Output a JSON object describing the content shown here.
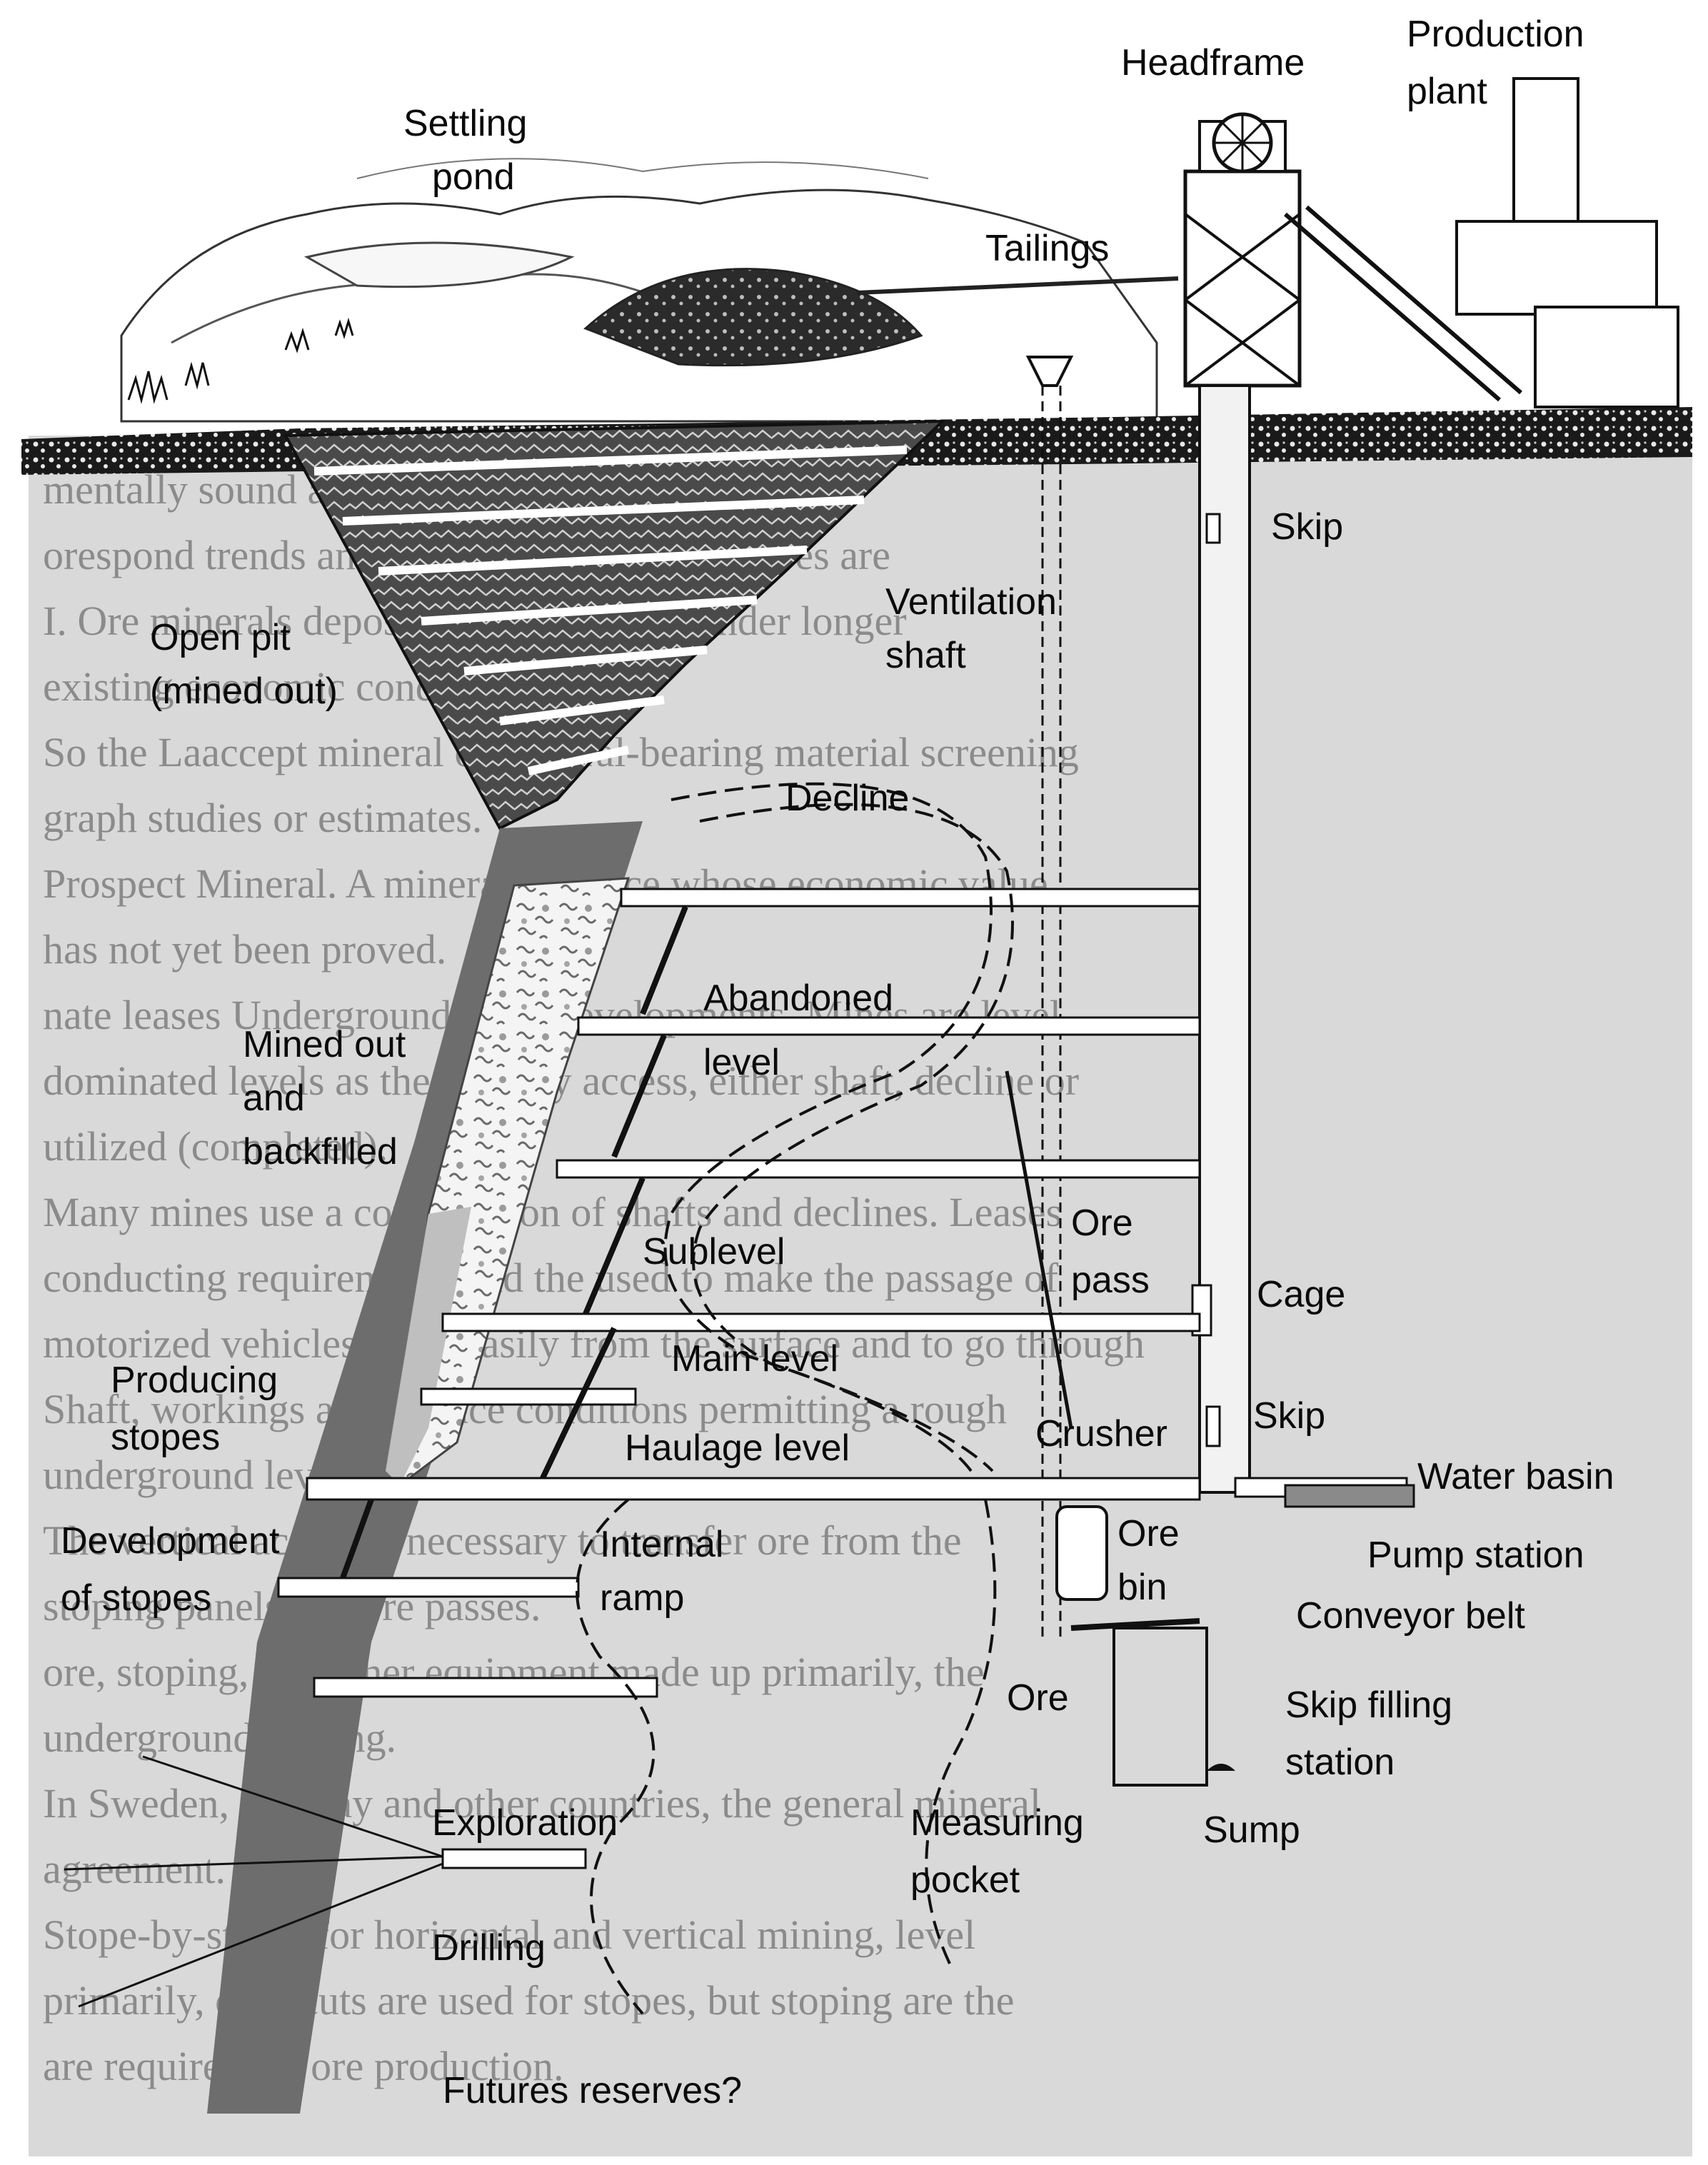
{
  "labels": {
    "headframe": "Headframe",
    "production_plant_1": "Production",
    "production_plant_2": "plant",
    "settling_pond_1": "Settling",
    "settling_pond_2": "pond",
    "tailings": "Tailings",
    "skip_top": "Skip",
    "ventilation_shaft_1": "Ventilation",
    "ventilation_shaft_2": "shaft",
    "open_pit_1": "Open pit",
    "open_pit_2": "(mined out)",
    "decline": "Decline",
    "abandoned_level_1": "Abandoned",
    "abandoned_level_2": "level",
    "mined_out_1": "Mined out",
    "mined_out_2": "and",
    "mined_out_3": "backfilled",
    "ore_pass_1": "Ore",
    "ore_pass_2": "pass",
    "sublevel": "Sublevel",
    "cage": "Cage",
    "main_level": "Main level",
    "producing_stopes_1": "Producing",
    "producing_stopes_2": "stopes",
    "skip_lower": "Skip",
    "crusher": "Crusher",
    "haulage_level": "Haulage level",
    "water_basin": "Water basin",
    "development_1": "Development",
    "development_2": "of stopes",
    "internal_ramp_1": "Internal",
    "internal_ramp_2": "ramp",
    "ore_bin_1": "Ore",
    "ore_bin_2": "bin",
    "pump_station": "Pump station",
    "conveyor_belt": "Conveyor belt",
    "ore": "Ore",
    "skip_filling_1": "Skip filling",
    "skip_filling_2": "station",
    "exploration": "Exploration",
    "measuring_pocket_1": "Measuring",
    "measuring_pocket_2": "pocket",
    "sump": "Sump",
    "drilling": "Drilling",
    "future_reserves": "Futures reserves?"
  },
  "bleed_through": [
    "mentally sound and operated, and operates that",
    "orespond trends and communities. Ore reserves are",
    "I. Ore minerals deposits that are mined under longer",
    "existing economic conditions.",
    "So the Laaccept mineral or mineral-bearing material screening",
    "graph studies or estimates.",
    "Prospect Mineral. A mineral resource whose economic value",
    "has not yet been proved.",
    "nate leases Underground mine developments. Mines are level",
    "dominated levels as the primary access, either shaft, decline or",
    "utilized (completed).",
    "Many mines use a combination of shafts and declines. Leases",
    "conducting requirements and the used to make the passage of",
    "motorized vehicles more easily from the surface and to go through",
    "Shaft, workings and surface conditions permitting a rough",
    "underground level.",
    "The vertical access is necessary to transfer ore from the",
    "stoping panels and ore passes.",
    "ore, stoping, and other equipment made up primarily, the",
    "underground drilling.",
    "In Sweden, Norway and other countries, the general mineral",
    "agreement.",
    "Stope-by-stope: for horizontal and vertical mining, level",
    "primarily, crosscuts are used for stopes, but stoping are the",
    "are required for ore production."
  ]
}
